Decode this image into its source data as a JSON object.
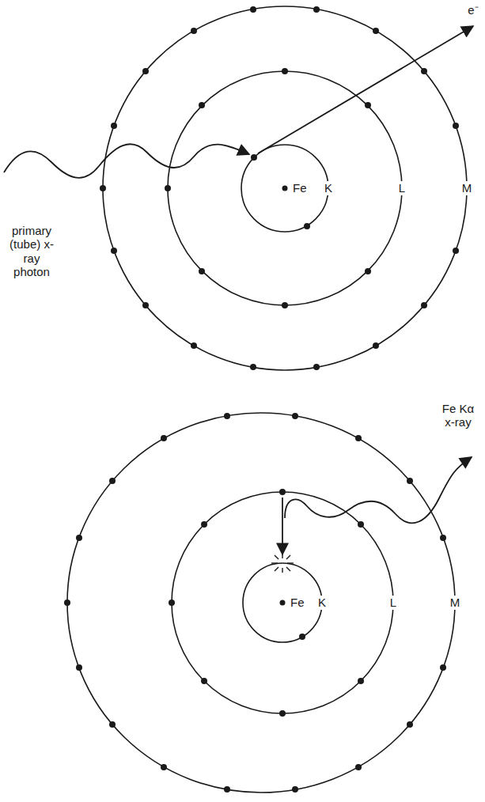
{
  "diagram": {
    "labels": [
      "e⁻",
      "primary (tube) x-ray photon",
      "Fe",
      "K",
      "L",
      "M",
      "Fe Kα x-ray",
      "Fe",
      "K",
      "L",
      "M"
    ]
  }
}
